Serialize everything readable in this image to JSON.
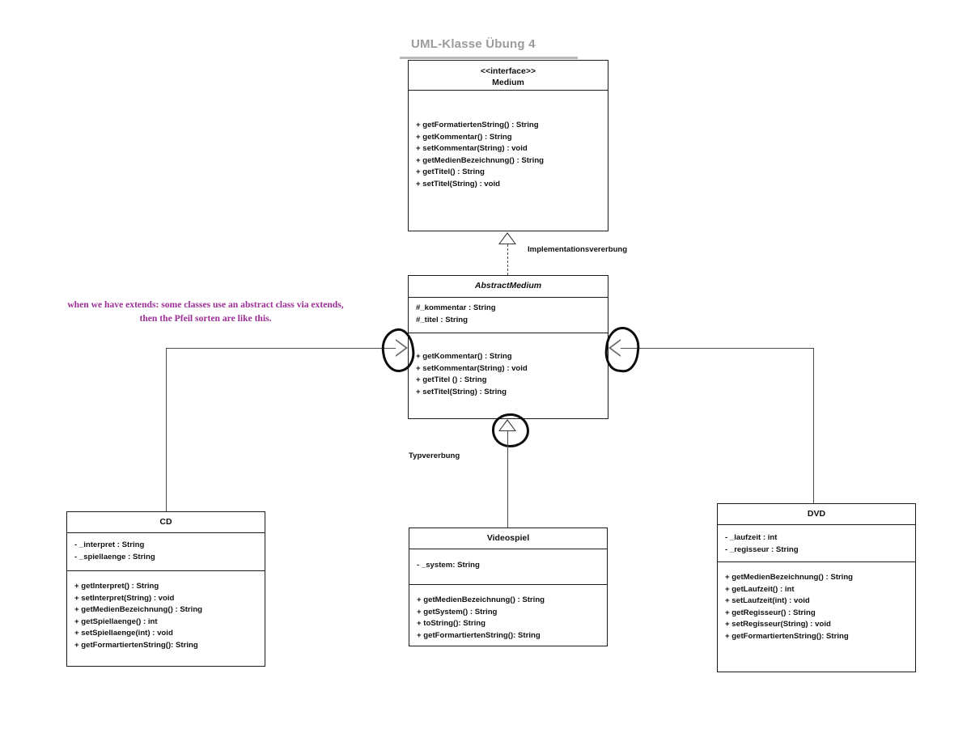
{
  "diagram": {
    "title": "UML-Klasse Übung 4",
    "note": {
      "line1": "when we have extends: some classes use an abstract class via extends,",
      "line2": "then the Pfeil sorten are like this."
    },
    "edge_labels": {
      "implementation": "Implementationsvererbung",
      "type_inheritance": "Typvererbung"
    }
  },
  "classes": {
    "medium": {
      "stereotype": "<<interface>>",
      "name": "Medium",
      "attributes": [],
      "methods": [
        "+ getFormatiertenString() : String",
        "+ getKommentar() : String",
        "+ setKommentar(String) : void",
        "+ getMedienBezeichnung() : String",
        "+ getTitel() : String",
        "+ setTitel(String) : void"
      ]
    },
    "abstract_medium": {
      "stereotype": "",
      "name": "AbstractMedium",
      "attributes": [
        "#_kommentar : String",
        "#_titel : String"
      ],
      "methods": [
        "+ getKommentar() : String",
        "+ setKommentar(String) : void",
        "+ getTitel () : String",
        "+ setTitel(String) : String"
      ]
    },
    "cd": {
      "stereotype": "",
      "name": "CD",
      "attributes": [
        "- _interpret : String",
        "- _spiellaenge : String"
      ],
      "methods": [
        "+ getInterpret() : String",
        "+ setInterpret(String) : void",
        "+ getMedienBezeichnung() : String",
        "+ getSpiellaenge() : int",
        "+ setSpiellaenge(int) : void",
        "+ getFormartiertenString(): String"
      ]
    },
    "videospiel": {
      "stereotype": "",
      "name": "Videospiel",
      "attributes": [
        "- _system: String"
      ],
      "methods": [
        "+ getMedienBezeichnung() : String",
        "+ getSystem() : String",
        "+ toString(): String",
        "+ getFormartiertenString(): String"
      ]
    },
    "dvd": {
      "stereotype": "",
      "name": "DVD",
      "attributes": [
        "- _laufzeit : int",
        "- _regisseur : String"
      ],
      "methods": [
        "+ getMedienBezeichnung() : String",
        "+ getLaufzeit() : int",
        "+ setLaufzeit(int) : void",
        "+ getRegisseur() : String",
        "+ setRegisseur(String) : void",
        "+ getFormartiertenString(): String"
      ]
    }
  },
  "colors": {
    "title": "#9b9b9b",
    "note": "#9c2f96",
    "stroke": "#1a1a1a",
    "annotation": "#0d0d0d"
  }
}
